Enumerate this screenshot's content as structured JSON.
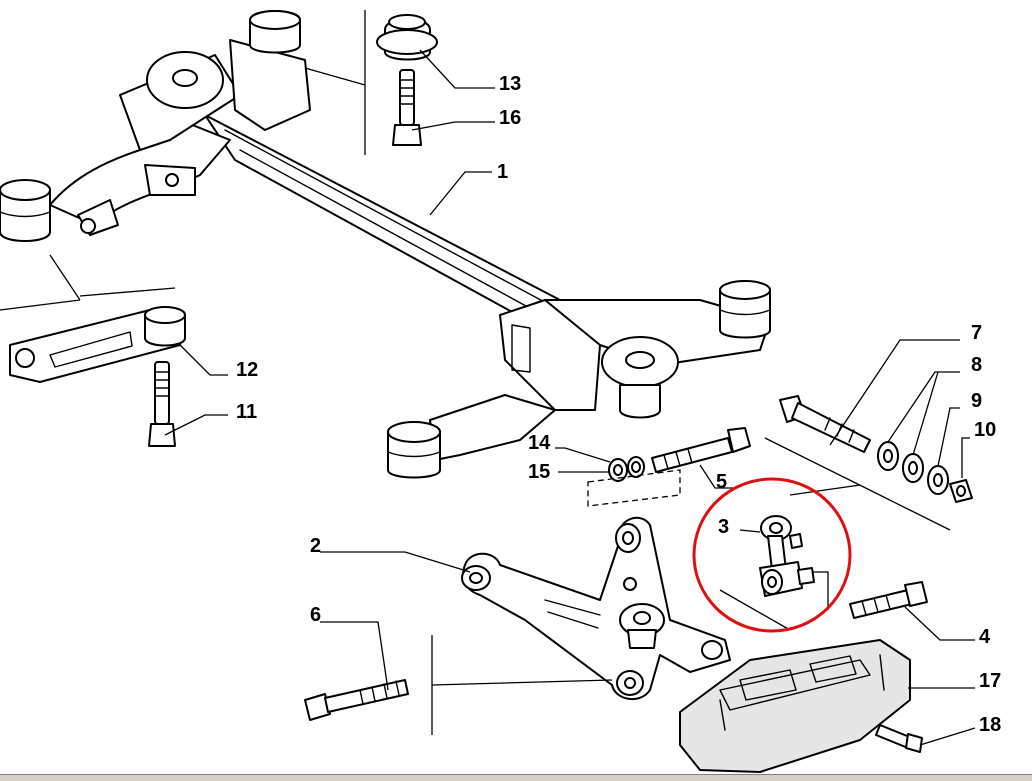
{
  "diagram": {
    "callouts": [
      {
        "id": "1",
        "label": "1"
      },
      {
        "id": "2",
        "label": "2"
      },
      {
        "id": "3",
        "label": "3"
      },
      {
        "id": "4",
        "label": "4"
      },
      {
        "id": "5",
        "label": "5"
      },
      {
        "id": "6",
        "label": "6"
      },
      {
        "id": "7",
        "label": "7"
      },
      {
        "id": "8",
        "label": "8"
      },
      {
        "id": "9",
        "label": "9"
      },
      {
        "id": "10",
        "label": "10"
      },
      {
        "id": "11",
        "label": "11"
      },
      {
        "id": "12",
        "label": "12"
      },
      {
        "id": "13",
        "label": "13"
      },
      {
        "id": "14",
        "label": "14"
      },
      {
        "id": "15",
        "label": "15"
      },
      {
        "id": "16",
        "label": "16"
      },
      {
        "id": "17",
        "label": "17"
      },
      {
        "id": "18",
        "label": "18"
      }
    ],
    "highlight_color": "#e01010",
    "line_color": "#000000",
    "background_color": "#ffffff"
  }
}
